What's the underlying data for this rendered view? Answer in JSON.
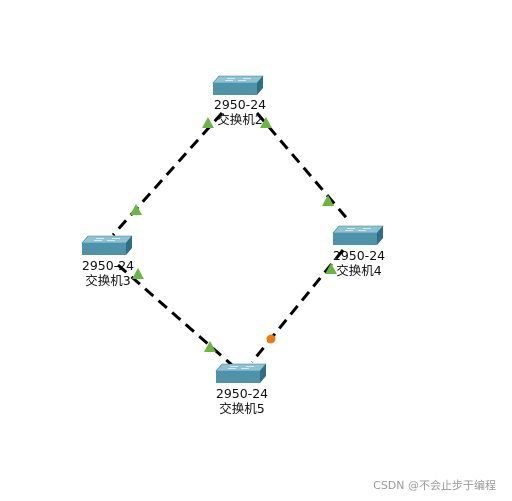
{
  "colors": {
    "background": "#ffffff",
    "link": "#000000",
    "port_up": "#6ab640",
    "port_down": "#f07a10",
    "switch_top": "#8ec3d3",
    "switch_front": "#4f93ab",
    "switch_side": "#2f6f86"
  },
  "nodes": [
    {
      "id": "s2",
      "model": "2950-24",
      "name": "交换机2",
      "icon": "switch-icon"
    },
    {
      "id": "s3",
      "model": "2950-24",
      "name": "交换机3",
      "icon": "switch-icon"
    },
    {
      "id": "s4",
      "model": "2950-24",
      "name": "交换机4",
      "icon": "switch-icon"
    },
    {
      "id": "s5",
      "model": "2950-24",
      "name": "交换机5",
      "icon": "switch-icon"
    }
  ],
  "links": [
    {
      "from": "s2",
      "to": "s3",
      "from_port": "up",
      "to_port": "up",
      "style": "dashed"
    },
    {
      "from": "s2",
      "to": "s4",
      "from_port": "up",
      "to_port": "up",
      "style": "dashed"
    },
    {
      "from": "s3",
      "to": "s5",
      "from_port": "up",
      "to_port": "up",
      "style": "dashed"
    },
    {
      "from": "s4",
      "to": "s5",
      "from_port": "up",
      "to_port": "down",
      "style": "dashed"
    }
  ],
  "watermark": "CSDN @不会止步于编程"
}
